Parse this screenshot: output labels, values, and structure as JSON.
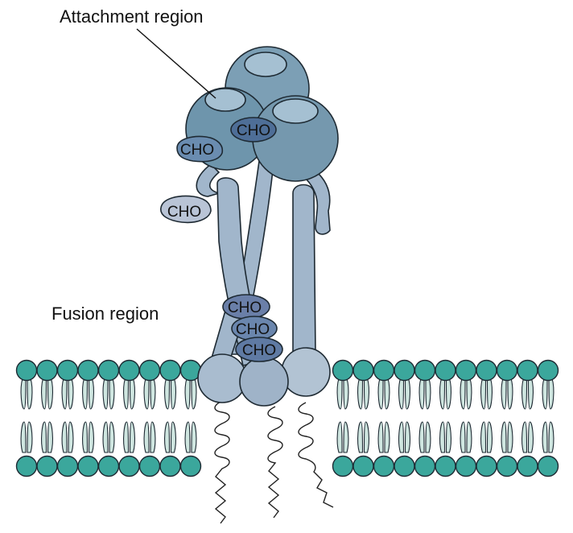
{
  "labels": {
    "attachment_region": "Attachment region",
    "fusion_region": "Fusion region"
  },
  "cho_label": "CHO",
  "colors": {
    "head_dark": "#6e95ac",
    "head_mid": "#7c9fb5",
    "head_cap": "#a5c0d2",
    "stalk": "#a1b6cb",
    "foot": "#a9bccf",
    "cho_dark": "#4e6e97",
    "cho_light": "#b9c4d6",
    "lipid_head": "#3ba79c",
    "lipid_tail": "#cfe6e0",
    "outline": "#1e2a33",
    "text": "#111111"
  }
}
